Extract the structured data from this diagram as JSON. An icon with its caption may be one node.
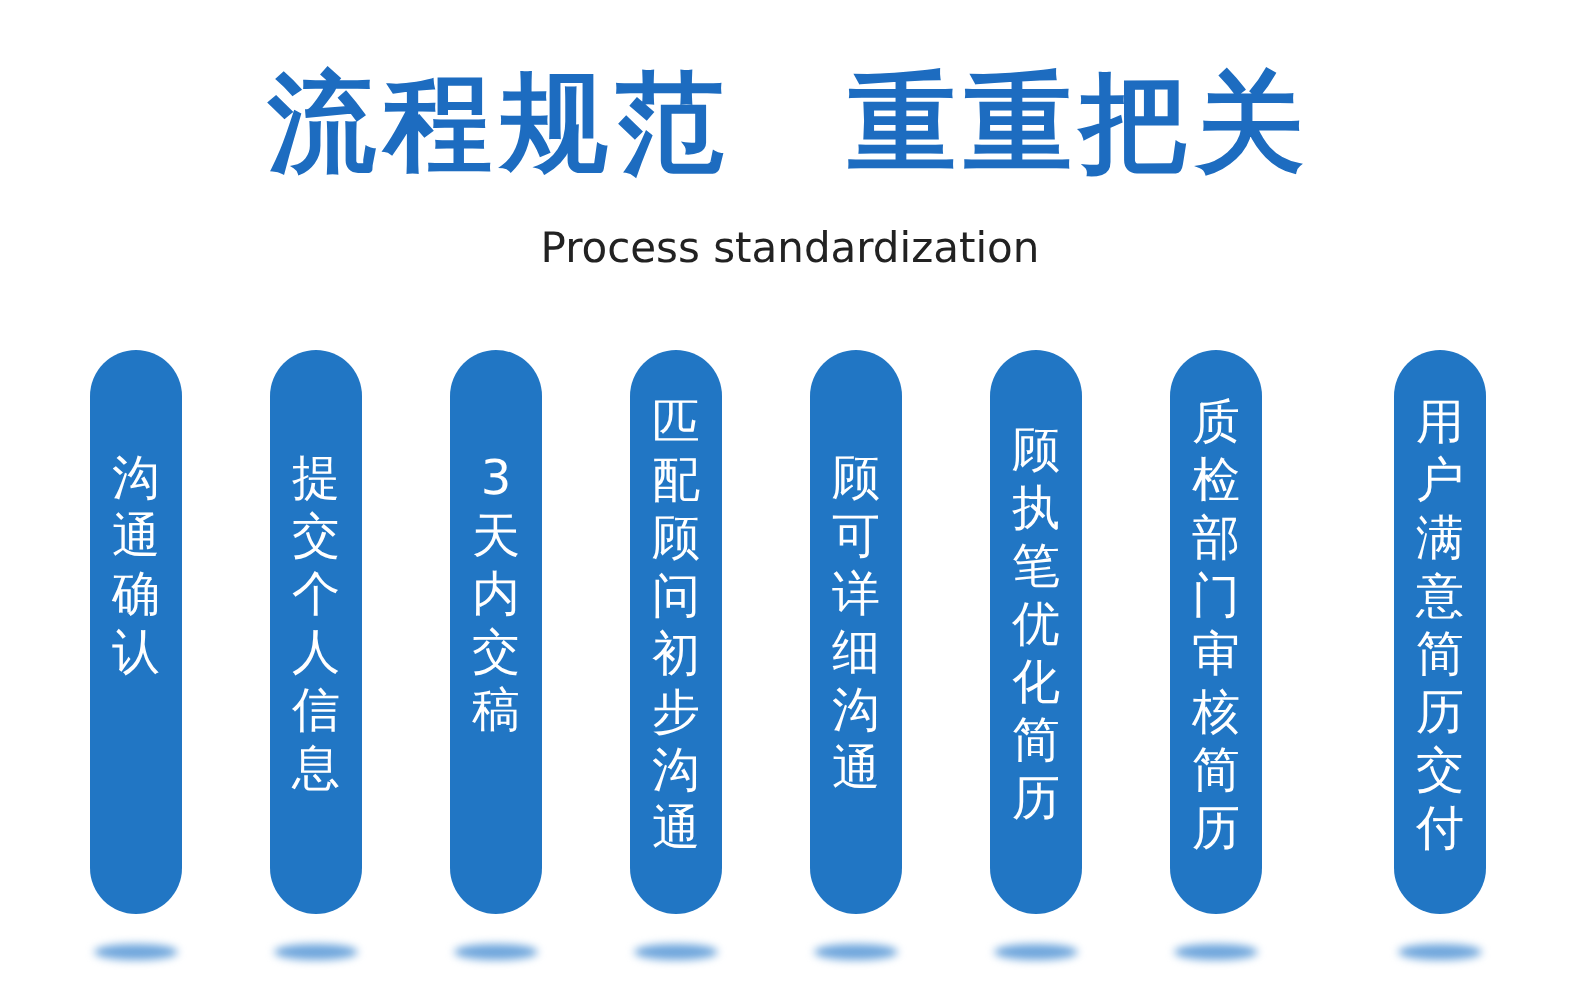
{
  "diagram": {
    "title": "流程规范　重重把关",
    "nodes": [
      {
        "text": [
          "沟通确认"
        ]
      },
      {
        "text": [
          "提交个人信息"
        ]
      },
      {
        "text": [
          "3天内交稿"
        ]
      },
      {
        "text": [
          "匹配顾问初步沟通"
        ]
      },
      {
        "text": [
          "顾可详细沟通"
        ]
      },
      {
        "text": [
          "顾执笔优化简历"
        ]
      },
      {
        "text": [
          "质检部门审核简历"
        ]
      },
      {
        "text": [
          "用户满意简历交付"
        ]
      }
    ],
    "labels": [
      "Process standardization"
    ]
  }
}
